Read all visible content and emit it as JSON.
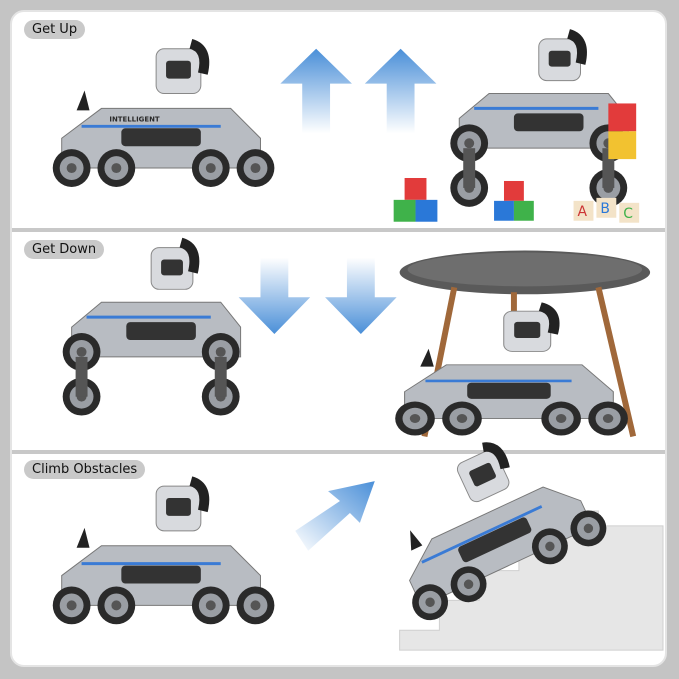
{
  "sections": [
    {
      "label": "Get Up",
      "arrow": "up"
    },
    {
      "label": "Get Down",
      "arrow": "down"
    },
    {
      "label": "Climb Obstacles",
      "arrow": "diagonal-up-right"
    }
  ],
  "robot_logo_text": "INTELLIGENT",
  "block_letters": [
    "A",
    "B",
    "C"
  ],
  "colors": {
    "arrow_blue": "#4a8fd8",
    "robot_silver": "#b8bcc2",
    "wheel_dark": "#2a2a2a"
  }
}
